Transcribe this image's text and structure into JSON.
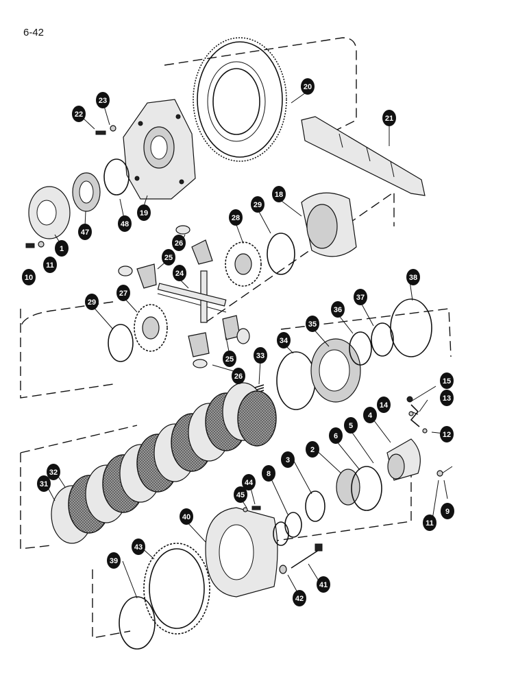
{
  "page_number": "6-42",
  "callouts": [
    "1",
    "2",
    "3",
    "4",
    "5",
    "6",
    "8",
    "9",
    "10",
    "11",
    "11",
    "12",
    "13",
    "14",
    "15",
    "18",
    "19",
    "20",
    "21",
    "22",
    "23",
    "24",
    "25",
    "25",
    "26",
    "26",
    "27",
    "28",
    "29",
    "29",
    "31",
    "32",
    "33",
    "34",
    "35",
    "36",
    "37",
    "38",
    "39",
    "40",
    "41",
    "42",
    "43",
    "44",
    "45",
    "47",
    "48"
  ],
  "colors": {
    "ink": "#111111",
    "paper": "#ffffff"
  }
}
